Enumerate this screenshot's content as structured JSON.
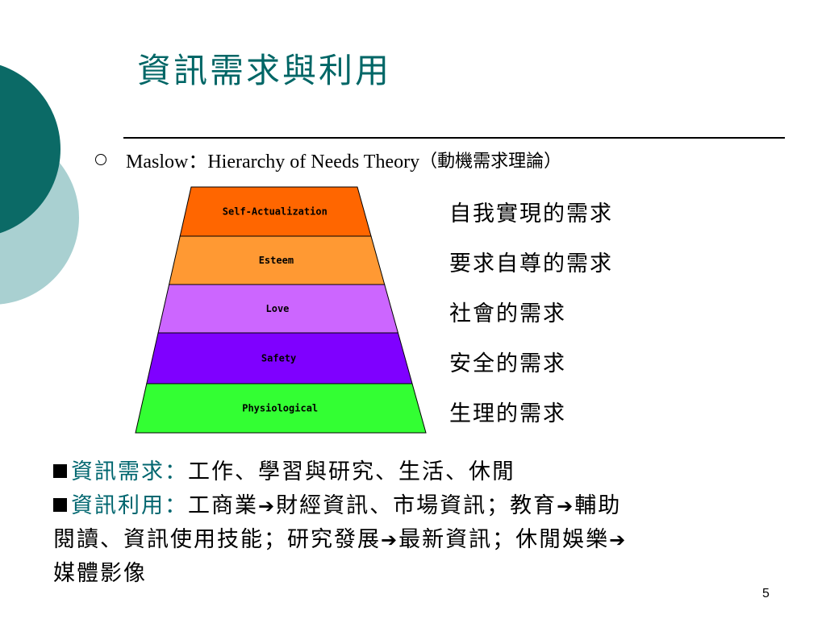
{
  "slide": {
    "title": "資訊需求與利用",
    "bullet": {
      "prefix": "Maslow：Hierarchy of Needs Theory",
      "paren": "（動機需求理論）"
    },
    "pyramid": {
      "levels": [
        {
          "label": "Self-Actualization",
          "color": "#ff6600"
        },
        {
          "label": "Esteem",
          "color": "#ff9933"
        },
        {
          "label": "Love",
          "color": "#cc66ff"
        },
        {
          "label": "Safety",
          "color": "#7f00ff"
        },
        {
          "label": "Physiological",
          "color": "#33ff33"
        }
      ]
    },
    "needs": [
      "自我實現的需求",
      "要求自尊的需求",
      "社會的需求",
      "安全的需求",
      "生理的需求"
    ],
    "bottom": {
      "row1": {
        "label": "資訊需求：",
        "text": "工作、學習與研究、生活、休閒"
      },
      "row2": {
        "label": "資訊利用：",
        "seg1": "工商業",
        "seg2": "財經資訊、市場資訊；教育",
        "seg3": "輔助"
      },
      "row3": {
        "seg1": "閱讀、資訊使用技能；研究發展",
        "seg2": "最新資訊；休閒娛樂"
      },
      "row4": {
        "seg1": "媒體影像"
      },
      "arrow_glyph": "➔"
    },
    "page_number": "5"
  },
  "colors": {
    "title": "#006666",
    "dark_teal": "#006666",
    "light_teal": "#a8d0d0"
  }
}
